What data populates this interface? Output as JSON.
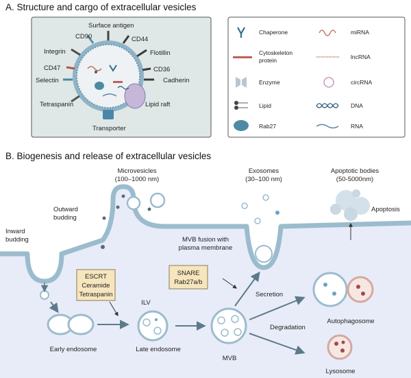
{
  "section_a": {
    "title": "A. Structure and cargo of extracellular vesicles",
    "vesicle_labels": {
      "surface_antigen": "Surface antigen",
      "cd90": "CD90",
      "cd44": "CD44",
      "integrin": "Integrin",
      "flotillin": "Flotillin",
      "cd47": "CD47",
      "cd36": "CD36",
      "selectin": "Selectin",
      "cadherin": "Cadherin",
      "tetraspanin": "Tetraspanin",
      "lipid_raft": "Lipid raft",
      "transporter": "Transporter"
    },
    "legend": [
      {
        "label": "Chaperone",
        "icon": "chaperone-icon"
      },
      {
        "label": "miRNA",
        "icon": "mirna-icon"
      },
      {
        "label": "Cytoskeleton protein",
        "line1": "Cytoskeleton",
        "line2": "protein",
        "icon": "cytoskeleton-icon"
      },
      {
        "label": "lncRNA",
        "icon": "lncrna-icon"
      },
      {
        "label": "Enzyme",
        "icon": "enzyme-icon"
      },
      {
        "label": "circRNA",
        "icon": "circrna-icon"
      },
      {
        "label": "Lipid",
        "icon": "lipid-icon"
      },
      {
        "label": "DNA",
        "icon": "dna-icon"
      },
      {
        "label": "Rab27",
        "icon": "rab27-icon"
      },
      {
        "label": "RNA",
        "icon": "rna-icon"
      }
    ]
  },
  "section_b": {
    "title": "B. Biogenesis and release of extracellular vesicles",
    "microvesicles": {
      "line1": "Microvesicles",
      "line2": "(100–1000 nm)"
    },
    "exosomes": {
      "line1": "Exosomes",
      "line2": "(30–100 nm)"
    },
    "apoptotic_bodies": {
      "line1": "Apoptotic bodies",
      "line2": "(50-5000nm)"
    },
    "apoptosis": "Apoptosis",
    "outward_budding": {
      "line1": "Outward",
      "line2": "budding"
    },
    "inward_budding": {
      "line1": "Inward",
      "line2": "budding"
    },
    "mvb_fusion": {
      "line1": "MVB fusion with",
      "line2": "plasma membrane"
    },
    "escrt_box": {
      "line1": "ESCRT",
      "line2": "Ceramide",
      "line3": "Tetraspanin"
    },
    "snare_box": {
      "line1": "SNARE",
      "line2": "Rab27a/b"
    },
    "ilv": "ILV",
    "secretion": "Secretion",
    "degradation": "Degradation",
    "early_endosome": "Early endosome",
    "late_endosome": "Late endosome",
    "mvb": "MVB",
    "autophagosome": "Autophagosome",
    "lysosome": "Lysosome"
  },
  "colors": {
    "panel_bg": "#dde6e6",
    "membrane": "#8fb3c7",
    "cell_bg": "#e8ecf8",
    "note_box": "#f7e6bd",
    "arrow": "#5d7a8a"
  }
}
